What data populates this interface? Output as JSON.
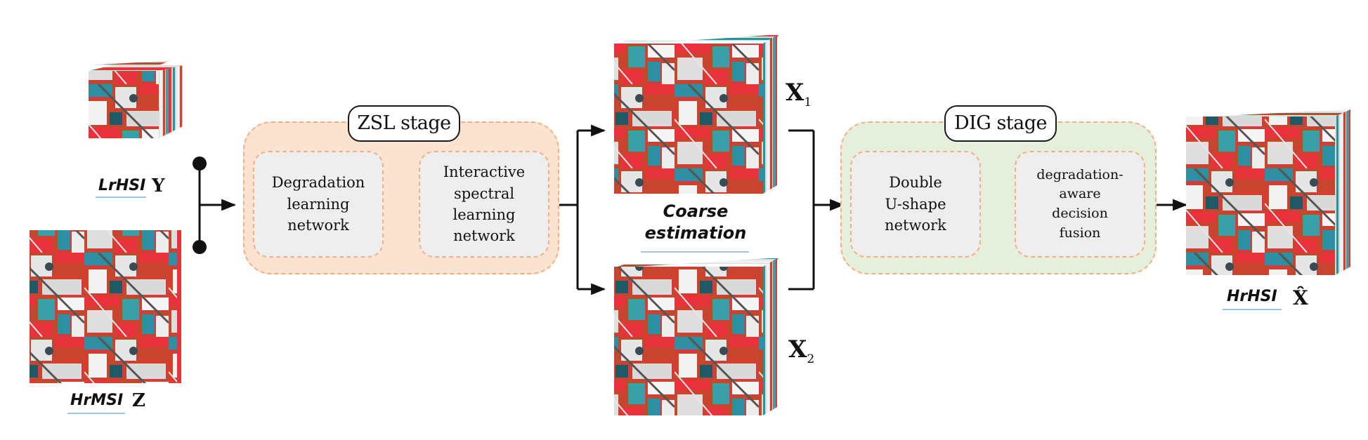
{
  "inputs": {
    "lrhsi_label": "LrHSI",
    "lrhsi_symbol": "Y",
    "hrmsi_label": "HrMSI",
    "hrmsi_symbol": "Z"
  },
  "zsl_stage": {
    "title": "ZSL stage",
    "module1": [
      "Degradation",
      "learning",
      "network"
    ],
    "module2": [
      "Interactive",
      "spectral",
      "learning",
      "network"
    ]
  },
  "coarse": {
    "caption_line1": "Coarse",
    "caption_line2": "estimation",
    "x1_symbol": "X",
    "x1_sub": "1",
    "x2_symbol": "X",
    "x2_sub": "2"
  },
  "dig_stage": {
    "title": "DIG stage",
    "module1": [
      "Double",
      "U-shape",
      "network"
    ],
    "module2": [
      "degradation-aware",
      "decision",
      "fusion"
    ]
  },
  "output": {
    "label": "HrHSI",
    "symbol": "X̂"
  },
  "colors": {
    "zsl_fill": "#fbe3d2",
    "dig_fill": "#e6efdc",
    "dash_border": "#f2b185",
    "module_fill": "#eeeeee",
    "urban_red": "#e8323c",
    "urban_teal": "#2e8fa0"
  }
}
